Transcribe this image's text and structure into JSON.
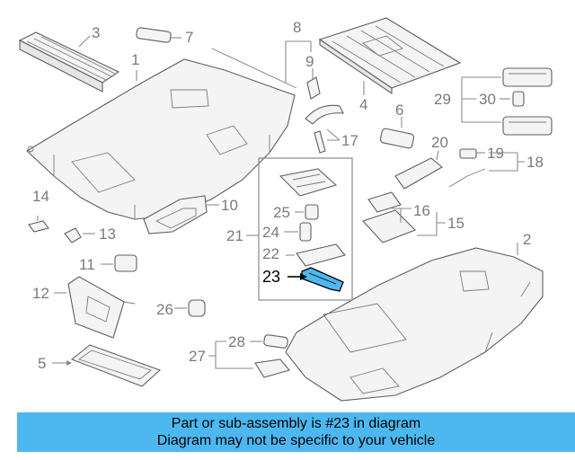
{
  "diagram": {
    "highlighted_part": "23",
    "labels": {
      "p1": "1",
      "p2": "2",
      "p3": "3",
      "p4": "4",
      "p5": "5",
      "p6": "6",
      "p7": "7",
      "p8": "8",
      "p9": "9",
      "p10": "10",
      "p11": "11",
      "p12": "12",
      "p13": "13",
      "p14": "14",
      "p15": "15",
      "p16": "16",
      "p17": "17",
      "p18": "18",
      "p19": "19",
      "p20": "20",
      "p21": "21",
      "p22": "22",
      "p23": "23",
      "p24": "24",
      "p25": "25",
      "p26": "26",
      "p27": "27",
      "p28": "28",
      "p29": "29",
      "p30": "30"
    },
    "colors": {
      "highlight": "#4db8f0",
      "banner": "#4db8f0",
      "line": "#5f5f5f"
    }
  },
  "banner": {
    "line1": "Part or sub-assembly is #23 in diagram",
    "line2": "Diagram may not be specific to your vehicle"
  }
}
